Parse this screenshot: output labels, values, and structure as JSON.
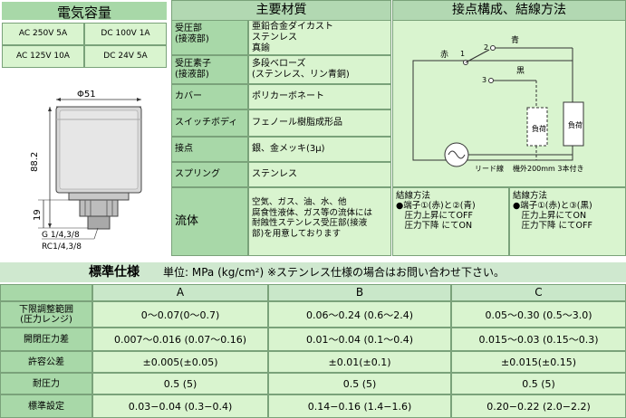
{
  "capacity": {
    "title": "電気容量",
    "ratings": [
      "AC 250V 5A",
      "DC 100V 1A",
      "AC 125V 10A",
      "DC 24V 5A"
    ]
  },
  "drawing": {
    "diameter": "Φ51",
    "height": "88.2",
    "base": "19",
    "thread1": "G 1/4,3/8",
    "thread2": "RC1/4,3/8"
  },
  "materials": {
    "title": "主要材質",
    "rows": [
      {
        "label": "受圧部\n(接液部)",
        "value": "亜鉛合金ダイカスト\nステンレス\n真鍮"
      },
      {
        "label": "受圧素子\n(接液部)",
        "value": "多段ベローズ\n(ステンレス、リン青銅)"
      },
      {
        "label": "カバー",
        "value": "ポリカーボネート"
      },
      {
        "label": "スイッチボディ",
        "value": "フェノール樹脂成形品"
      },
      {
        "label": "接点",
        "value": "銀、金メッキ(3μ)"
      },
      {
        "label": "スプリング",
        "value": "ステンレス"
      },
      {
        "label": "流体",
        "value": "空気、ガス、油、水、他\n腐食性液体、ガス等の流体には\n耐蝕性ステンレス受圧部(接液\n部)を用意しております"
      }
    ]
  },
  "contacts": {
    "title": "接点構成、結線方法",
    "labels": {
      "red": "赤",
      "blue": "青",
      "black": "黒",
      "one": "1",
      "two": "2",
      "three": "3",
      "load": "負荷",
      "lead": "リード線",
      "lead_note": "機外200mm 3本付き"
    },
    "wiring1": "結線方法\n●端子①(赤)と②(青)\n　圧力上昇にてOFF\n　圧力下降 にてON",
    "wiring2": "結線方法\n●端子①(赤)と③(黒)\n　圧力上昇にてON\n　圧力下降 にてOFF"
  },
  "spec": {
    "title": "標準仕様",
    "unit_note": "単位: MPa (kg/cm²) ※ステンレス仕様の場合はお問い合わせ下さい。",
    "columns": [
      "A",
      "B",
      "C"
    ],
    "rows": [
      {
        "label": "下限調整範囲\n(圧力レンジ)",
        "values": [
          "0〜0.07(0〜0.7)",
          "0.06〜0.24 (0.6〜2.4)",
          "0.05〜0.30 (0.5〜3.0)"
        ]
      },
      {
        "label": "開閉圧力差",
        "values": [
          "0.007〜0.016 (0.07〜0.16)",
          "0.01〜0.04 (0.1〜0.4)",
          "0.015〜0.03 (0.15〜0.3)"
        ]
      },
      {
        "label": "許容公差",
        "values": [
          "±0.005(±0.05)",
          "±0.01(±0.1)",
          "±0.015(±0.15)"
        ]
      },
      {
        "label": "耐圧力",
        "values": [
          "0.5 (5)",
          "0.5 (5)",
          "0.5 (5)"
        ]
      },
      {
        "label": "標準設定",
        "values": [
          "0.03−0.04 (0.3−0.4)",
          "0.14−0.16 (1.4−1.6)",
          "0.20−0.22 (2.0−2.2)"
        ]
      }
    ]
  }
}
